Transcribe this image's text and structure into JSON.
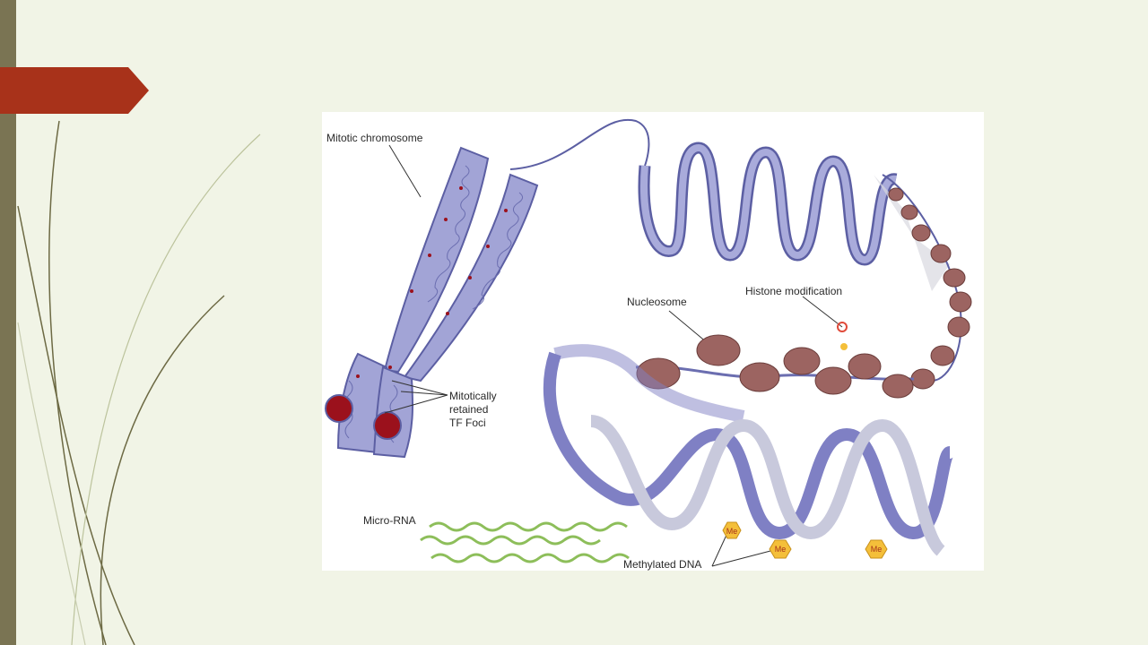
{
  "slide": {
    "accent_color": "#a8321a",
    "bar_color": "#7a7453",
    "background_color": "#f1f4e6"
  },
  "figure": {
    "labels": {
      "mitotic_chromosome": "Mitotic chromosome",
      "nucleosome": "Nucleosome",
      "histone_modification": "Histone modification",
      "tf_foci": [
        "Mitotically",
        "retained",
        "TF Foci"
      ],
      "micro_rna": "Micro-RNA",
      "methylated_dna": "Methylated DNA",
      "me_badge": "Me"
    },
    "colors": {
      "chromatin": "#8d8fc8",
      "chromatin_dark": "#5c5fa3",
      "nucleosome": "#9c6461",
      "tf_foci": "#9b111c",
      "rna": "#8dbe5a",
      "helix_back": "#7f80c4",
      "helix_front": "#c8c9dc",
      "me_badge": "#f4bf3a"
    }
  }
}
